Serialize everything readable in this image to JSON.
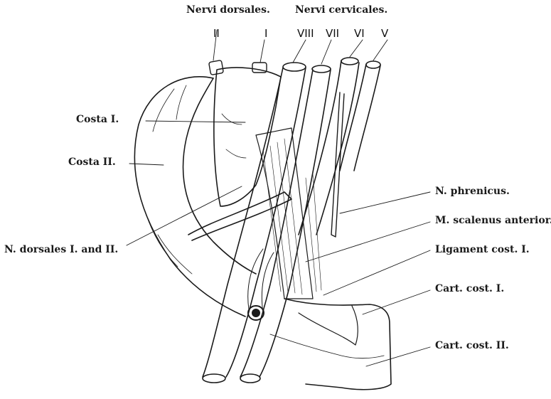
{
  "headers": {
    "dorsal": "Nervi dorsales.",
    "cervical": "Nervi cervicales."
  },
  "nerve_roots": [
    "II",
    "I",
    "VIII",
    "VII",
    "VI",
    "V"
  ],
  "labels": {
    "costa1": "Costa I.",
    "costa2": "Costa II.",
    "ndorsales": "N. dorsales I. and II.",
    "phrenicus": "N. phrenicus.",
    "scalenus": "M. scalenus anterior.",
    "ligament": "Ligament cost. I.",
    "cart1": "Cart. cost. I.",
    "cart2": "Cart. cost. II."
  },
  "colors": {
    "ink": "#1a1a1a",
    "paper": "#ffffff"
  }
}
